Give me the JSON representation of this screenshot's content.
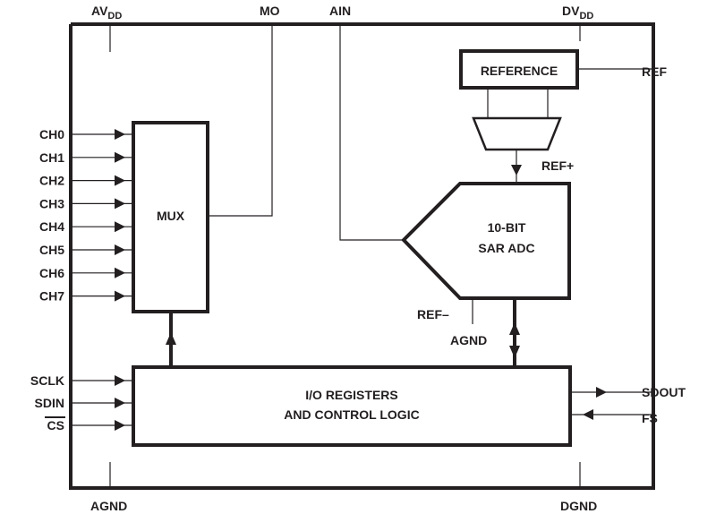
{
  "diagram": {
    "type": "block-diagram",
    "pins_top": {
      "avdd": {
        "main": "AV",
        "sub": "DD"
      },
      "mo": "MO",
      "ain": "AIN",
      "dvdd": {
        "main": "DV",
        "sub": "DD"
      }
    },
    "pins_left_channels": [
      "CH0",
      "CH1",
      "CH2",
      "CH3",
      "CH4",
      "CH5",
      "CH6",
      "CH7"
    ],
    "pins_left_control": [
      "SCLK",
      "SDIN",
      "CS"
    ],
    "pins_left_control_overbar": [
      "CS"
    ],
    "pins_right": {
      "ref": "REF",
      "sdout": "SDOUT",
      "fs": "FS"
    },
    "pins_bottom": {
      "agnd": "AGND",
      "dgnd": "DGND"
    },
    "blocks": {
      "mux": "MUX",
      "reference": "REFERENCE",
      "adc": [
        "10-BIT",
        "SAR ADC"
      ],
      "io": [
        "I/O REGISTERS",
        "AND CONTROL LOGIC"
      ]
    },
    "internal_labels": {
      "ref_plus": "REF+",
      "ref_minus": "REF–",
      "agnd_internal": "AGND"
    },
    "connections": [
      {
        "from": "CH0-CH7",
        "to": "MUX",
        "direction": "in"
      },
      {
        "from": "MUX",
        "to": "MO",
        "direction": "out"
      },
      {
        "from": "AIN",
        "to": "10-BIT SAR ADC",
        "direction": "in"
      },
      {
        "from": "REFERENCE",
        "to": "REF",
        "direction": "bidirectional"
      },
      {
        "from": "REFERENCE",
        "to": "10-BIT SAR ADC",
        "label": "REF+",
        "direction": "in"
      },
      {
        "from": "I/O REGISTERS",
        "to": "MUX",
        "direction": "out"
      },
      {
        "from": "10-BIT SAR ADC",
        "to": "I/O REGISTERS",
        "direction": "bidirectional"
      },
      {
        "from": "SCLK",
        "to": "I/O REGISTERS",
        "direction": "in"
      },
      {
        "from": "SDIN",
        "to": "I/O REGISTERS",
        "direction": "in"
      },
      {
        "from": "CS",
        "to": "I/O REGISTERS",
        "direction": "in"
      },
      {
        "from": "I/O REGISTERS",
        "to": "SDOUT",
        "direction": "out"
      },
      {
        "from": "FS",
        "to": "I/O REGISTERS",
        "direction": "in"
      }
    ]
  }
}
